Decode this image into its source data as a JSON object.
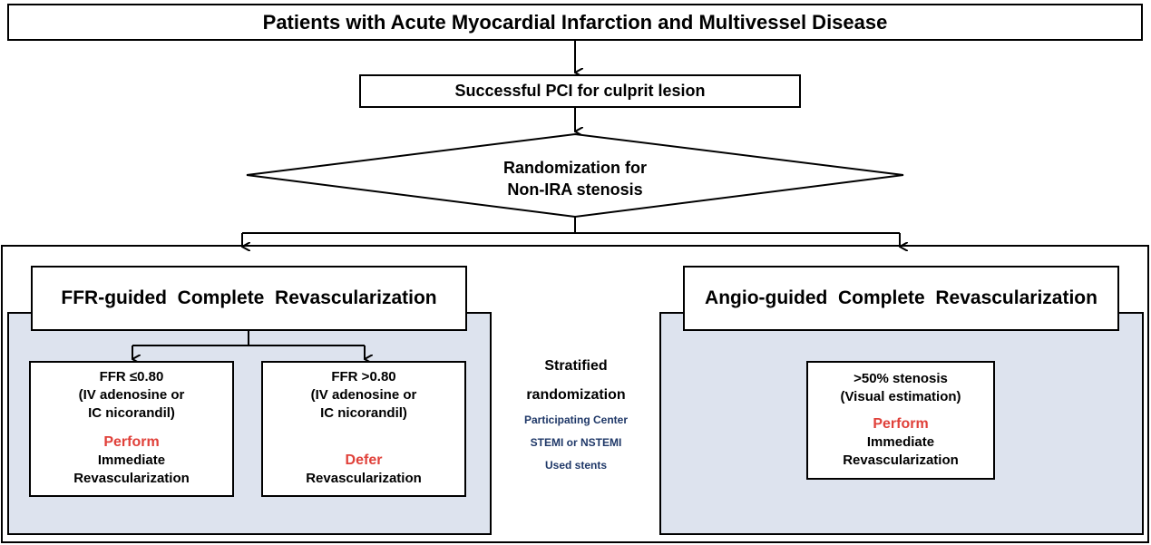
{
  "top_title": "Patients with Acute Myocardial Infarction and Multivessel Disease",
  "pci_step": "Successful PCI for culprit lesion",
  "randomization": {
    "line1": "Randomization for",
    "line2": "Non-IRA stenosis"
  },
  "ffr_arm": {
    "title": "FFR-guided  Complete  Revascularization",
    "left_box": {
      "line1": "FFR ≤0.80",
      "line2": "(IV adenosine or",
      "line3": "IC nicorandil)",
      "action": "Perform",
      "detail1": "Immediate",
      "detail2": "Revascularization"
    },
    "right_box": {
      "line1": "FFR >0.80",
      "line2": "(IV adenosine or",
      "line3": "IC nicorandil)",
      "action": "Defer",
      "detail1": "Revascularization"
    }
  },
  "angio_arm": {
    "title": "Angio-guided  Complete  Revascularization",
    "box": {
      "line1": ">50% stenosis",
      "line2": "(Visual estimation)",
      "action": "Perform",
      "detail1": "Immediate",
      "detail2": "Revascularization"
    }
  },
  "stratified": {
    "line1": "Stratified",
    "line2": "randomization",
    "factors": [
      "Participating Center",
      "STEMI or NSTEMI",
      "Used stents"
    ]
  },
  "colors": {
    "panel_fill": "#dde3ee",
    "action_red": "#e0413a",
    "factor_navy": "#1f3868"
  }
}
